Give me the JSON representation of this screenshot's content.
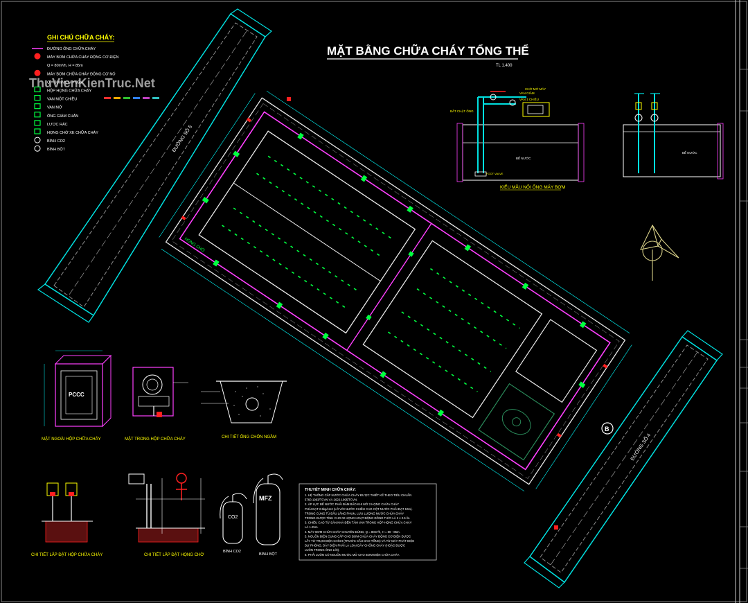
{
  "title": "MẶT BẰNG CHỮA CHÁY TỔNG THỂ",
  "scale": "TL 1.400",
  "watermark": "ThuVienKienTruc.Net",
  "legend": {
    "heading": "GHI CHÚ CHỮA CHÁY:",
    "items": [
      {
        "label": "ĐƯỜNG ỐNG CHỮA CHÁY",
        "icon": "pipe-line-icon"
      },
      {
        "label": "MÁY BƠM CHỮA CHÁY ĐỘNG CƠ ĐIỆN",
        "icon": "electric-pump-icon"
      },
      {
        "label": "Q = 80m³/h, H = 85m",
        "icon": ""
      },
      {
        "label": "MÁY BƠM CHỮA CHÁY ĐỘNG CƠ NỔ",
        "icon": "diesel-pump-icon"
      },
      {
        "label": "Q = 80m³/h, H = 85m",
        "icon": ""
      },
      {
        "label": "HỘP HỌNG CHỮA CHÁY",
        "icon": "hose-box-icon"
      },
      {
        "label": "VAN MỘT CHIỀU",
        "icon": "check-valve-icon"
      },
      {
        "label": "VAN MỞ",
        "icon": "open-valve-icon"
      },
      {
        "label": "ỐNG GIẢM CHẤN",
        "icon": "damper-icon"
      },
      {
        "label": "LƯỢC RÁC",
        "icon": "strainer-icon"
      },
      {
        "label": "HỌNG CHỜ XE CHỮA CHÁY",
        "icon": "hydrant-icon"
      },
      {
        "label": "BÌNH CO2",
        "icon": "co2-icon"
      },
      {
        "label": "BÌNH BỘT",
        "icon": "powder-icon"
      }
    ]
  },
  "roads": {
    "left": "ĐƯỜNG SỐ 5",
    "right": "ĐƯỜNG SỐ 4"
  },
  "plan_labels": {
    "wait_port": "HỌNG CHỜ",
    "marker": "B"
  },
  "pump_section": {
    "caption": "KIỂU MẪU NỐI ỐNG MÁY BƠM",
    "labels": [
      "VAN GIẢM",
      "VAN 1 CHIỀU",
      "CHỜ MỞ MÁY",
      "BẮT CHẶT ỐNG",
      "BỂ NƯỚC",
      "FOOT VALVE"
    ]
  },
  "details": [
    {
      "caption": "MẶT NGOÀI HỘP CHỮA CHÁY",
      "box_text": "PCCC"
    },
    {
      "caption": "MẶT TRONG HỘP CHỮA CHÁY"
    },
    {
      "caption": "CHI TIẾT ỐNG CHÔN NGẦM"
    },
    {
      "caption": "CHI TIẾT LẮP ĐẶT HỘP CHỮA CHÁY"
    },
    {
      "caption": "CHI TIẾT LẮP ĐẶT HỌNG CHỜ"
    },
    {
      "caption": "BÌNH CO2",
      "mark": "CO2"
    },
    {
      "caption": "BÌNH BỘT",
      "mark": "MFZ"
    }
  ],
  "notes": {
    "heading": "THUYẾT MINH CHỮA CHÁY:",
    "lines": [
      "1. HỆ THỐNG CẤP NƯỚC CHỮA CHÁY ĐƯỢC THIẾT KẾ THEO TIÊU CHUẨN",
      "5760-1993/TCVN VÀ 2622-1995/TCVN.",
      "2. ÁP LỰC BỂ NƯỚC PHẢI ĐẢM BẢO KHI MỞ 2 HỌNG CHỮA CHÁY",
      "PHẢI ĐẠT 2.5kg/cm2 (LỖ VÒI NƯỚC CHIỀU CAO CỘT NƯỚC PHẢI ĐẠT 10m).",
      "TRONG CÙNG TỦ ĐẦU LẮNG PHUN, LƯU LƯỢNG NƯỚC CHỮA CHÁY",
      "TRONG ĐƯỢC TÍNH CHO 02 HỌNG HOẠT ĐỘNG ĐỒNG THỜI LÀ 2 x 2.5 l/s.",
      "3. CHIỀU CAO TỪ SÀN NHÀ ĐẾN TÂM VAN TRONG HỘP HỌNG CHỮA CHÁY",
      "LÀ 1.25m.",
      "4. MÁY BƠM CHỮA CHÁY CHUYÊN DÙNG, Q = 80m³/h, H = 80 - 85m.",
      "5. NGUỒN ĐIỆN CUNG CẤP CHO BƠM CHỮA CHÁY ĐỘNG CƠ ĐIỆN ĐƯỢC",
      "LẤY TỪ TRẠM ĐIỆN CHÍNH (TRƯỚC CẦU DAO TỔNG) VÀ TỪ MÁY PHÁT ĐIỆN",
      "DỰ PHÒNG. DÂY ĐIỆN PHẢI LÀ LOẠI DÂY CHỐNG CHÁY (HOẶC ĐƯỢC",
      "LUỒN TRONG ỐNG LÕI).",
      "6. PHẢI LUÔN CÓ NGUỒN NƯỚC MỞ CHO BƠM ĐIỆN CHỮA CHÁY."
    ]
  },
  "colors": {
    "background": "#000000",
    "pipe": "#ff40ff",
    "building": "#e8e8e8",
    "road": "#00e0e0",
    "green": "#00ff40",
    "yellow": "#ffff00",
    "red": "#ff2020",
    "khaki": "#d8d088"
  }
}
